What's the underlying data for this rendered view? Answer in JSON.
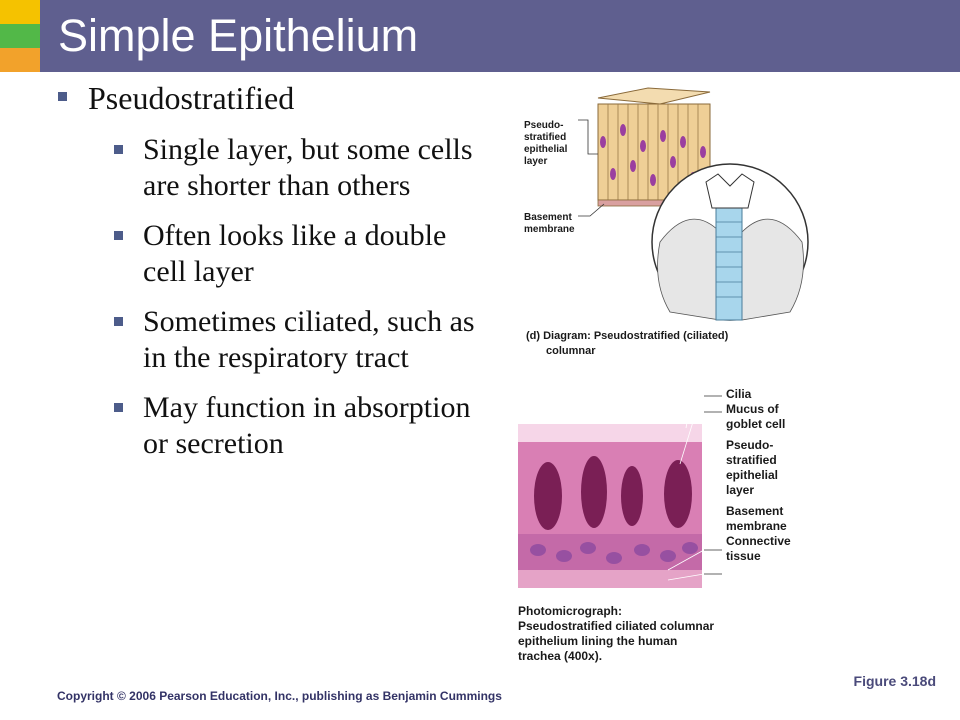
{
  "slide": {
    "title": "Simple Epithelium",
    "colors": {
      "title_bar": "#5f5f8f",
      "accent_yellow": "#f5c200",
      "accent_green": "#52b848",
      "accent_orange": "#f2a22b",
      "bullet": "#4d5c8a"
    }
  },
  "bullets": {
    "main": "Pseudostratified",
    "sub": [
      "Single layer, but some cells are shorter than others",
      "Often looks like a double cell layer",
      "Sometimes ciliated, such as in the respiratory tract",
      "May function in absorption or secretion"
    ]
  },
  "diagram": {
    "label_layer": "Pseudo-\nstratified\nepithelial\nlayer",
    "label_basement": "Basement\nmembrane",
    "caption_prefix": "(d) Diagram:",
    "caption_text": "Pseudostratified (ciliated)",
    "caption_line2": "columnar"
  },
  "photo": {
    "labels": [
      "Cilia",
      "Mucus of",
      "goblet cell",
      "Pseudo-",
      "stratified",
      "epithelial",
      "layer",
      "Basement",
      "membrane",
      "Connective",
      "tissue"
    ],
    "caption_head": "Photomicrograph:",
    "caption_lines": [
      "Pseudostratified ciliated columnar",
      "epithelium lining the human",
      "trachea (400x)."
    ]
  },
  "footer": {
    "copyright": "Copyright © 2006 Pearson Education, Inc., publishing as Benjamin Cummings",
    "figure": "Figure 3.18d"
  }
}
